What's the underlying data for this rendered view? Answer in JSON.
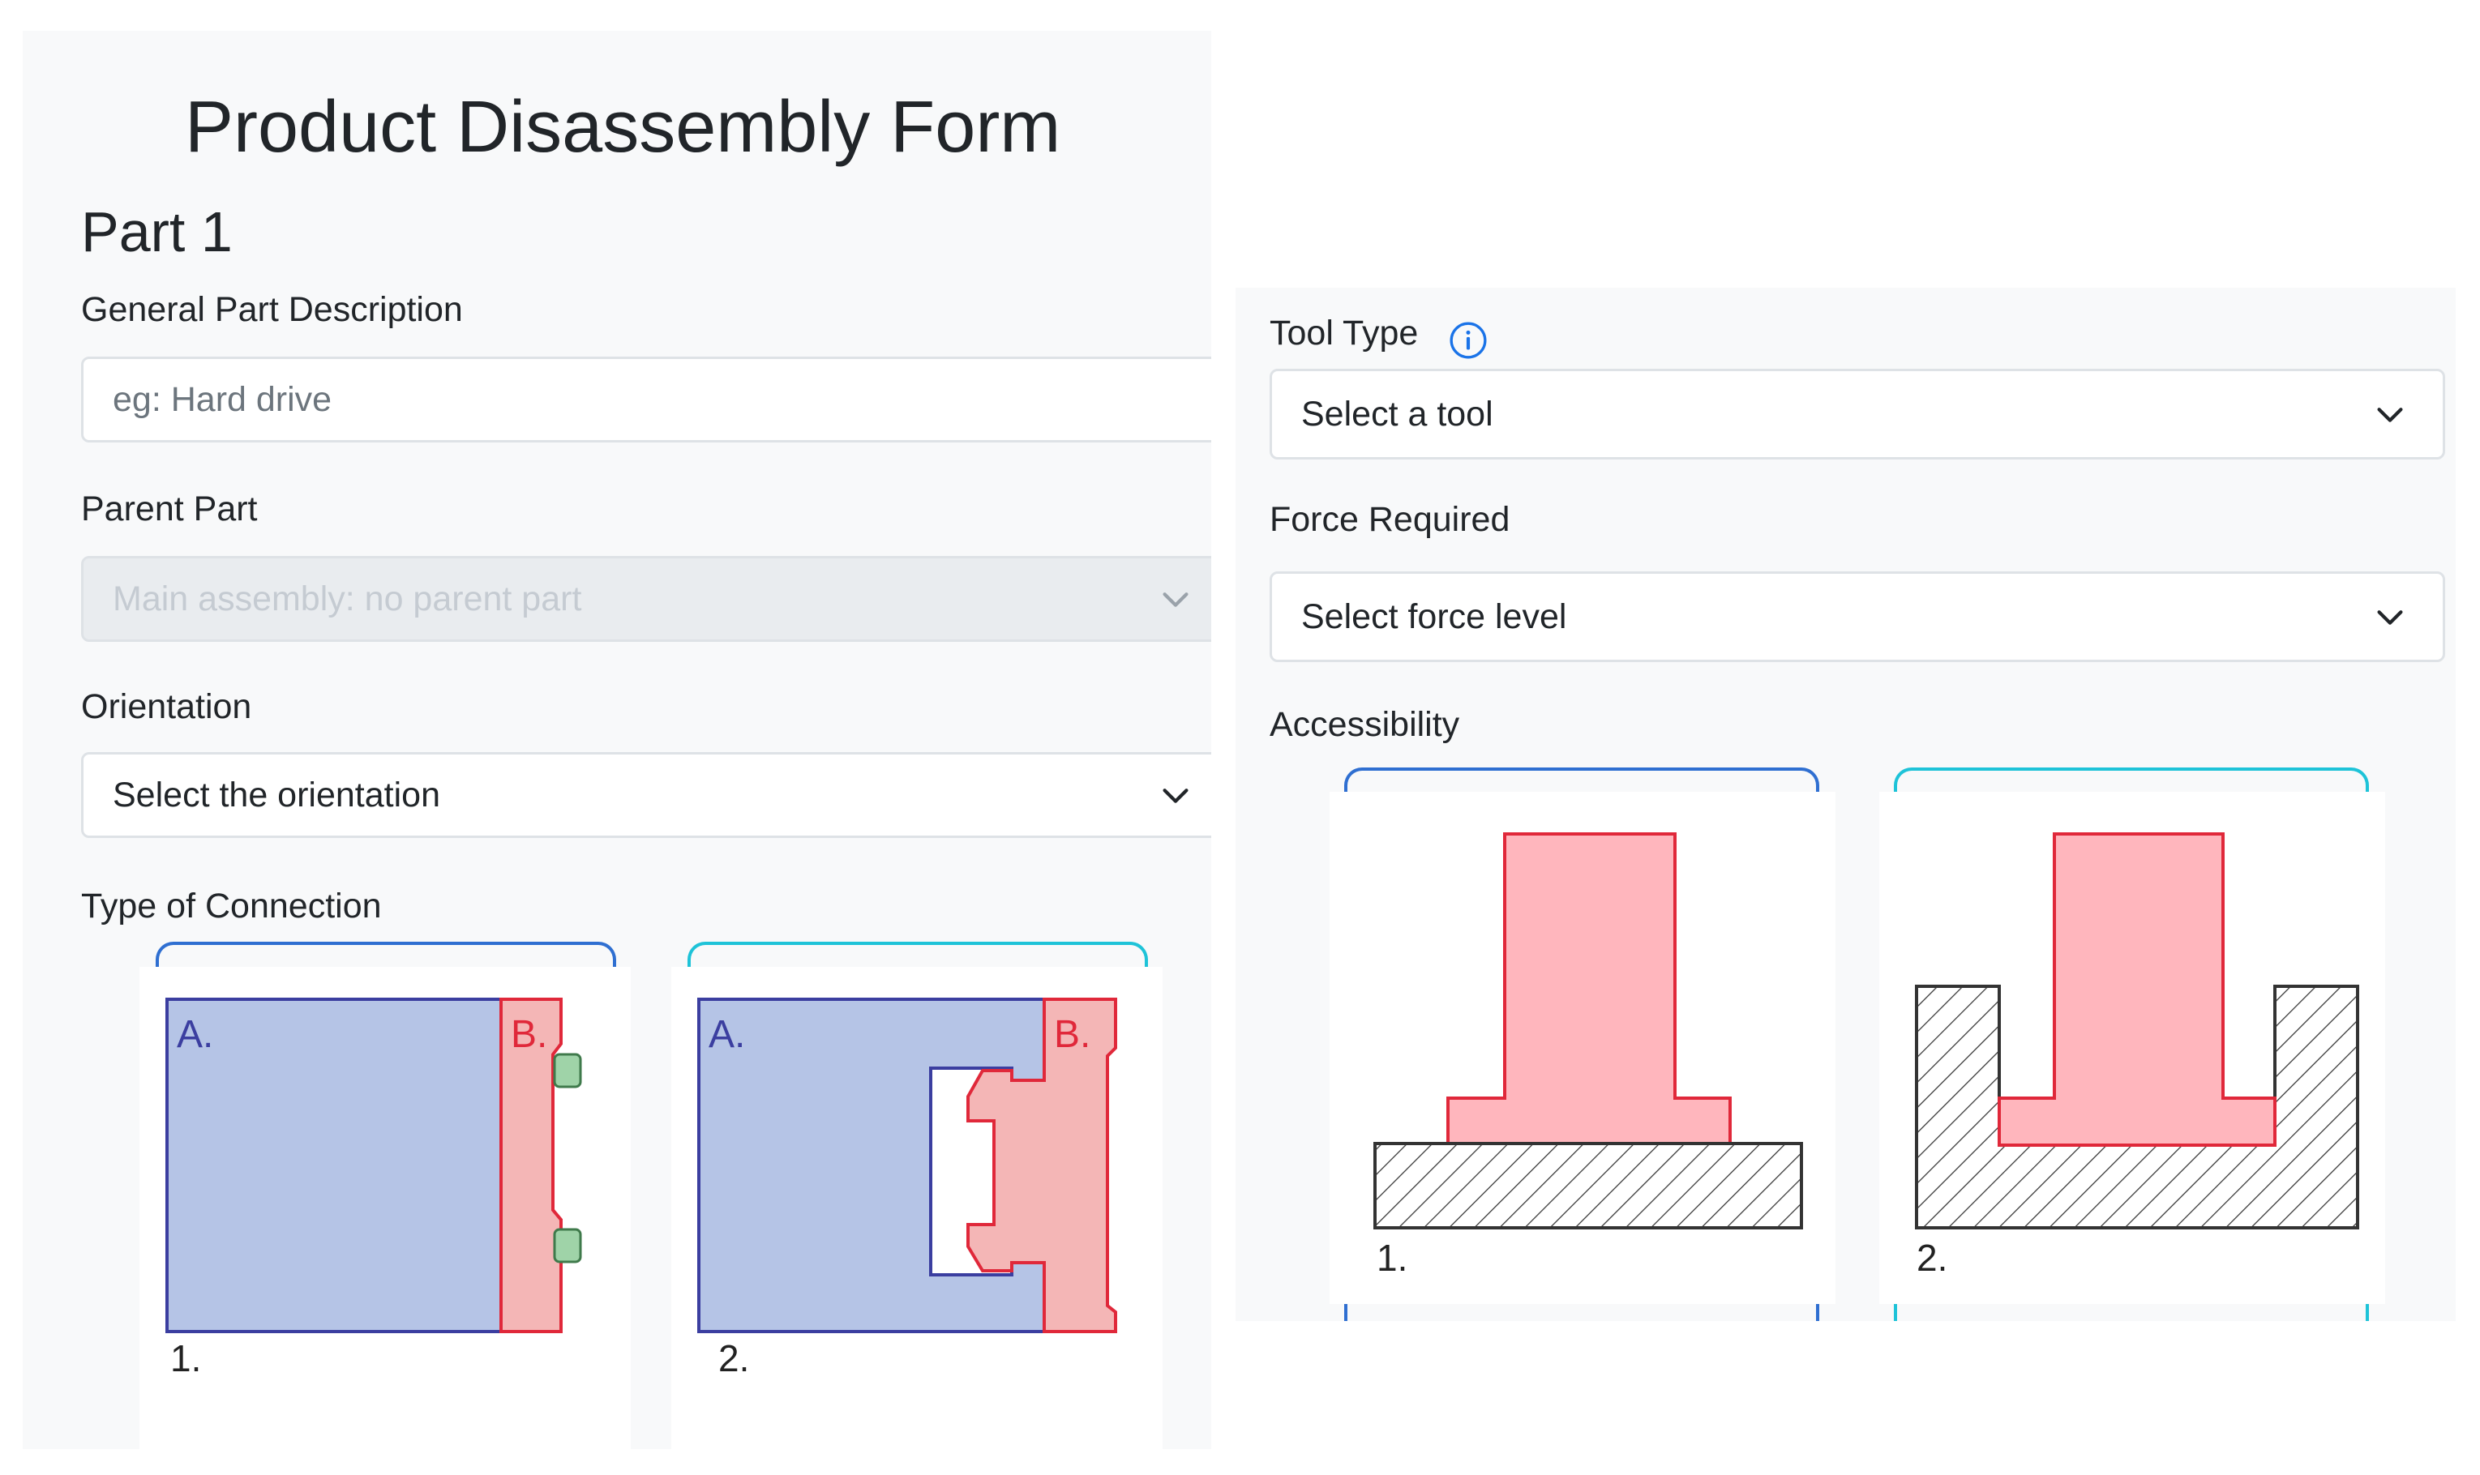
{
  "form": {
    "title": "Product Disassembly Form",
    "part_title": "Part 1"
  },
  "general_description": {
    "label": "General Part Description",
    "placeholder": "eg: Hard drive"
  },
  "parent_part": {
    "label": "Parent Part",
    "value": "Main assembly: no parent part",
    "disabled": true
  },
  "orientation": {
    "label": "Orientation",
    "value": "Select the orientation"
  },
  "connection": {
    "label": "Type of Connection",
    "options": [
      {
        "number": "1.",
        "part_a": "A.",
        "part_b": "B."
      },
      {
        "number": "2.",
        "part_a": "A.",
        "part_b": "B."
      }
    ]
  },
  "tool_type": {
    "label": "Tool Type",
    "info_icon": "info-icon",
    "value": "Select a tool"
  },
  "force_required": {
    "label": "Force Required",
    "value": "Select force level"
  },
  "accessibility": {
    "label": "Accessibility",
    "options": [
      {
        "number": "1."
      },
      {
        "number": "2."
      }
    ]
  },
  "colors": {
    "part_a_fill": "#b5c4e6",
    "part_a_stroke": "#3b3ea0",
    "part_b_fill": "#f4b6b6",
    "part_b_stroke": "#e0283a",
    "fastener_fill": "#9fd3a8",
    "tab_selected": "#2f6fd1",
    "tab_alt": "#1ec3d8",
    "info_blue": "#1a73e8"
  }
}
